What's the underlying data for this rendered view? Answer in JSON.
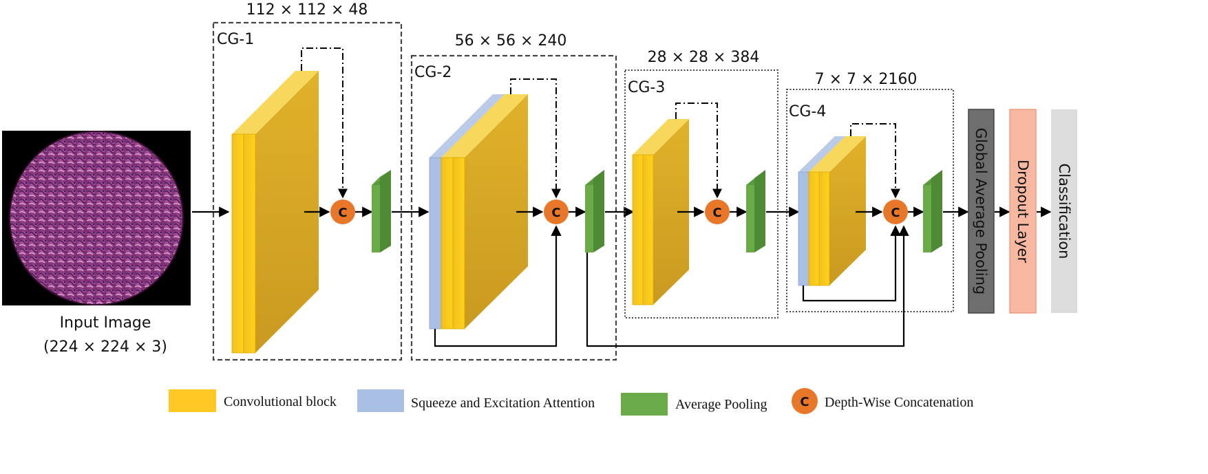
{
  "input": {
    "label": "Input Image",
    "dims": "(224 × 224 × 3)"
  },
  "groups": [
    {
      "label": "CG-1",
      "dims": "112 × 112 × 48"
    },
    {
      "label": "CG-2",
      "dims": "56 × 56 × 240"
    },
    {
      "label": "CG-3",
      "dims": "28 × 28 × 384"
    },
    {
      "label": "CG-4",
      "dims": "7 × 7 × 2160"
    }
  ],
  "concat_symbol": "C",
  "heads": {
    "gap": "Global Average Pooling",
    "dropout": "Dropout Layer",
    "classification": "Classification"
  },
  "legend": {
    "conv": "Convolutional block",
    "se": "Squeeze and Excitation Attention",
    "pool": "Average Pooling",
    "concat": "Depth-Wise Concatenation"
  },
  "colors": {
    "conv": "#f5c518",
    "se": "#a9bfe3",
    "pool": "#5a9a3c",
    "concat": "#e8772a",
    "gap": "#6e6e6e",
    "dropout": "#f7b7a0",
    "classification": "#dcdcdc"
  }
}
